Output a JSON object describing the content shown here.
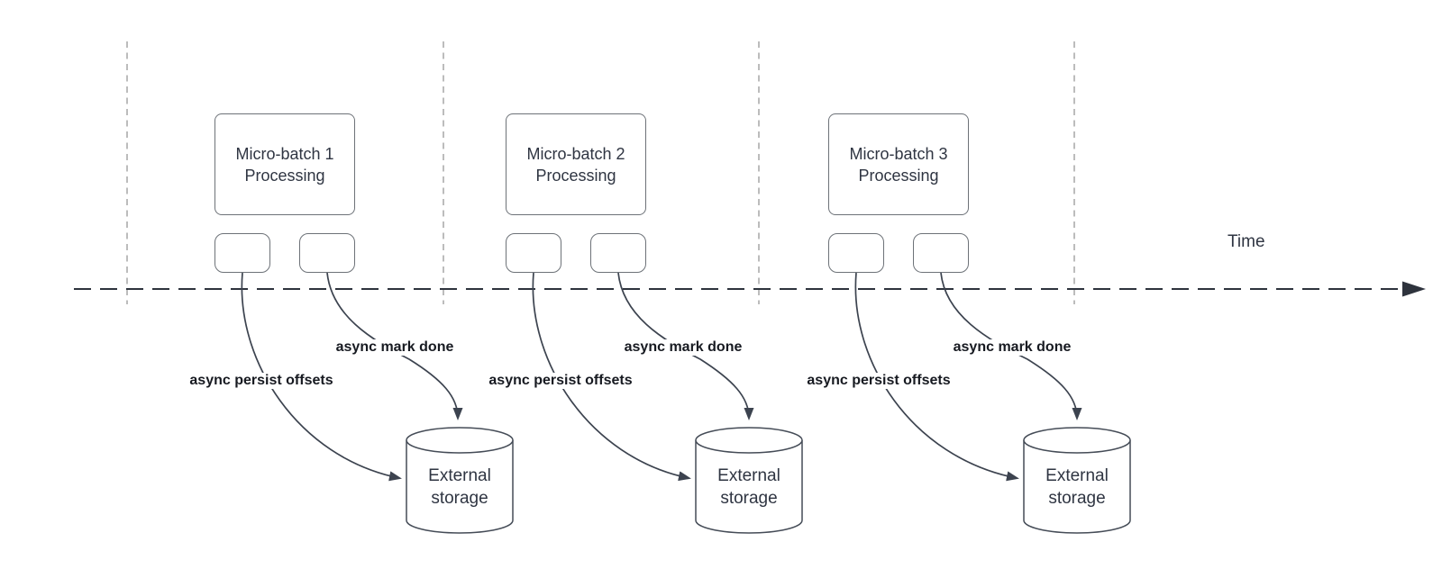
{
  "diagram": {
    "time_axis_label": "Time",
    "groups": [
      {
        "id": 1,
        "processing_label": "Micro-batch 1 Processing",
        "persist_arrow_label": "async persist offsets",
        "done_arrow_label": "async mark done",
        "storage_label": "External storage"
      },
      {
        "id": 2,
        "processing_label": "Micro-batch 2 Processing",
        "persist_arrow_label": "async persist offsets",
        "done_arrow_label": "async mark done",
        "storage_label": "External storage"
      },
      {
        "id": 3,
        "processing_label": "Micro-batch 3 Processing",
        "persist_arrow_label": "async persist offsets",
        "done_arrow_label": "async mark done",
        "storage_label": "External storage"
      }
    ],
    "colors": {
      "background": "#ffffff",
      "stroke_dark": "#3c434f",
      "timeline_stroke": "#2e333d",
      "box_border": "#6d7278",
      "cylinder_border": "#454c57",
      "guide_line": "#a6a6a6",
      "text_primary": "#2f3542",
      "label_bold": "#171a21"
    }
  }
}
